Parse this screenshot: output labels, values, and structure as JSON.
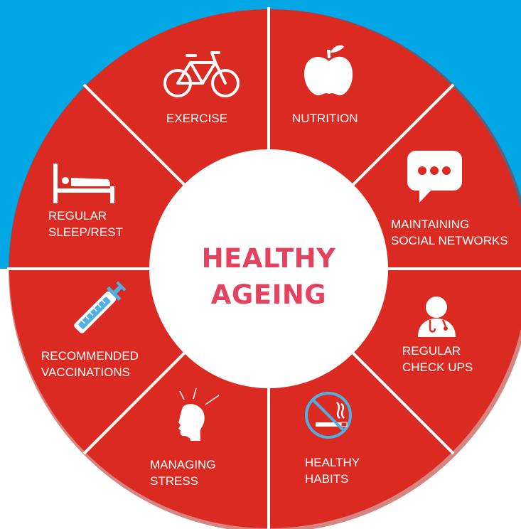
{
  "center": {
    "line1": "HEALTHY",
    "line2": "AGEING"
  },
  "segments": [
    {
      "id": "exercise",
      "lines": [
        "EXERCISE"
      ],
      "icon": "bicycle-icon"
    },
    {
      "id": "nutrition",
      "lines": [
        "NUTRITION"
      ],
      "icon": "apple-icon"
    },
    {
      "id": "social",
      "lines": [
        "MAINTAINING",
        "SOCIAL NETWORKS"
      ],
      "icon": "speech-bubble-icon"
    },
    {
      "id": "checkups",
      "lines": [
        "REGULAR",
        "CHECK UPS"
      ],
      "icon": "doctor-icon"
    },
    {
      "id": "habits",
      "lines": [
        "HEALTHY",
        "HABITS"
      ],
      "icon": "no-smoking-icon"
    },
    {
      "id": "stress",
      "lines": [
        "MANAGING",
        "STRESS"
      ],
      "icon": "stressed-head-icon"
    },
    {
      "id": "vaccinations",
      "lines": [
        "RECOMMENDED",
        "VACCINATIONS"
      ],
      "icon": "syringe-icon"
    },
    {
      "id": "sleep",
      "lines": [
        "REGULAR",
        "SLEEP/REST"
      ],
      "icon": "bed-icon"
    }
  ],
  "colors": {
    "background_band": "#02a7e5",
    "segment_fill": "#da2a22",
    "divider": "#ffffff",
    "center_fill": "#ffffff",
    "center_text": "#e5425f",
    "icon_fill": "#ffffff",
    "no_smoking_ring": "#4fb1e3"
  }
}
